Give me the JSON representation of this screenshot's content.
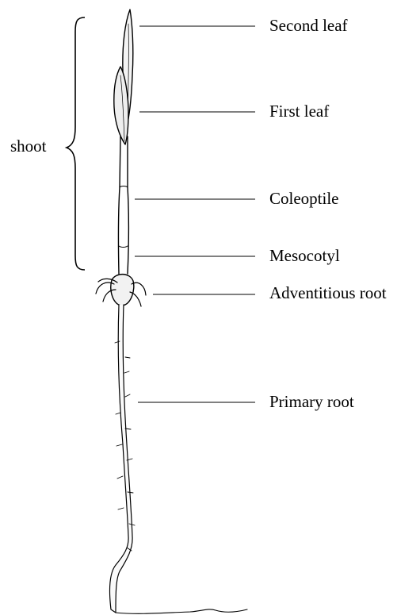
{
  "diagram": {
    "labels": {
      "second_leaf": "Second leaf",
      "first_leaf": "First leaf",
      "coleoptile": "Coleoptile",
      "mesocotyl": "Mesocotyl",
      "adventitious_root": "Adventitious root",
      "primary_root": "Primary root",
      "shoot": "shoot"
    }
  }
}
